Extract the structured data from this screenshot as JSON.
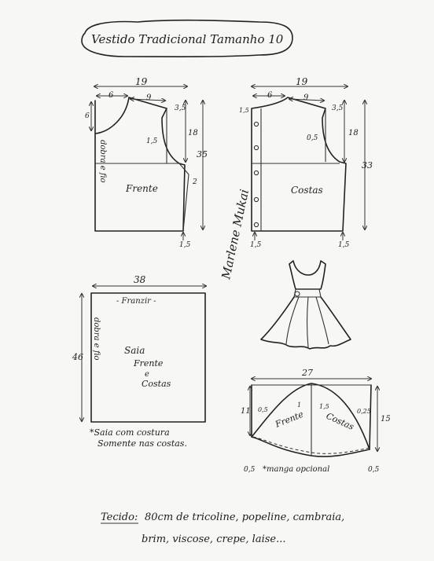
{
  "title": "Vestido Tradicional Tamanho 10",
  "front": {
    "label": "Frente",
    "fold": "dobra e fio",
    "width": "19",
    "neck_width": "6",
    "shoulder": "9",
    "neck_depth": "6",
    "shoulder_drop": "3,5",
    "armhole_curve": "1,5",
    "armhole_depth": "18",
    "length": "35",
    "waist_flare": "2",
    "hem_flare": "1,5"
  },
  "back": {
    "label": "Costas",
    "width": "19",
    "neck_width": "6",
    "shoulder": "9",
    "neck_depth": "1,5",
    "shoulder_drop": "3,5",
    "armhole_curve": "0,5",
    "armhole_depth": "18",
    "length": "33",
    "hem_flare_left": "1,5",
    "hem_flare_right": "1,5"
  },
  "skirt": {
    "label_line1": "Saia",
    "label_line2": "Frente",
    "label_line3": "e",
    "label_line4": "Costas",
    "gather": "- Franzir -",
    "fold": "dobra e fio",
    "width": "38",
    "height": "46",
    "note_line1": "*Saia com costura",
    "note_line2": "Somente nas costas."
  },
  "sleeve": {
    "width": "27",
    "height_left": "11",
    "height_right": "15",
    "front_label": "Frente",
    "back_label": "Costas",
    "cap_left": "0,5",
    "cap_right": "0,25",
    "front_curve": "1",
    "back_curve": "1,5",
    "hem_left": "0,5",
    "hem_right": "0,5",
    "note": "*manga opcional"
  },
  "signature": "Marlene Mukai",
  "fabric": {
    "label": "Tecido:",
    "line1": "80cm de tricoline, popeline, cambraia,",
    "line2": "brim, viscose, crepe, laise..."
  }
}
